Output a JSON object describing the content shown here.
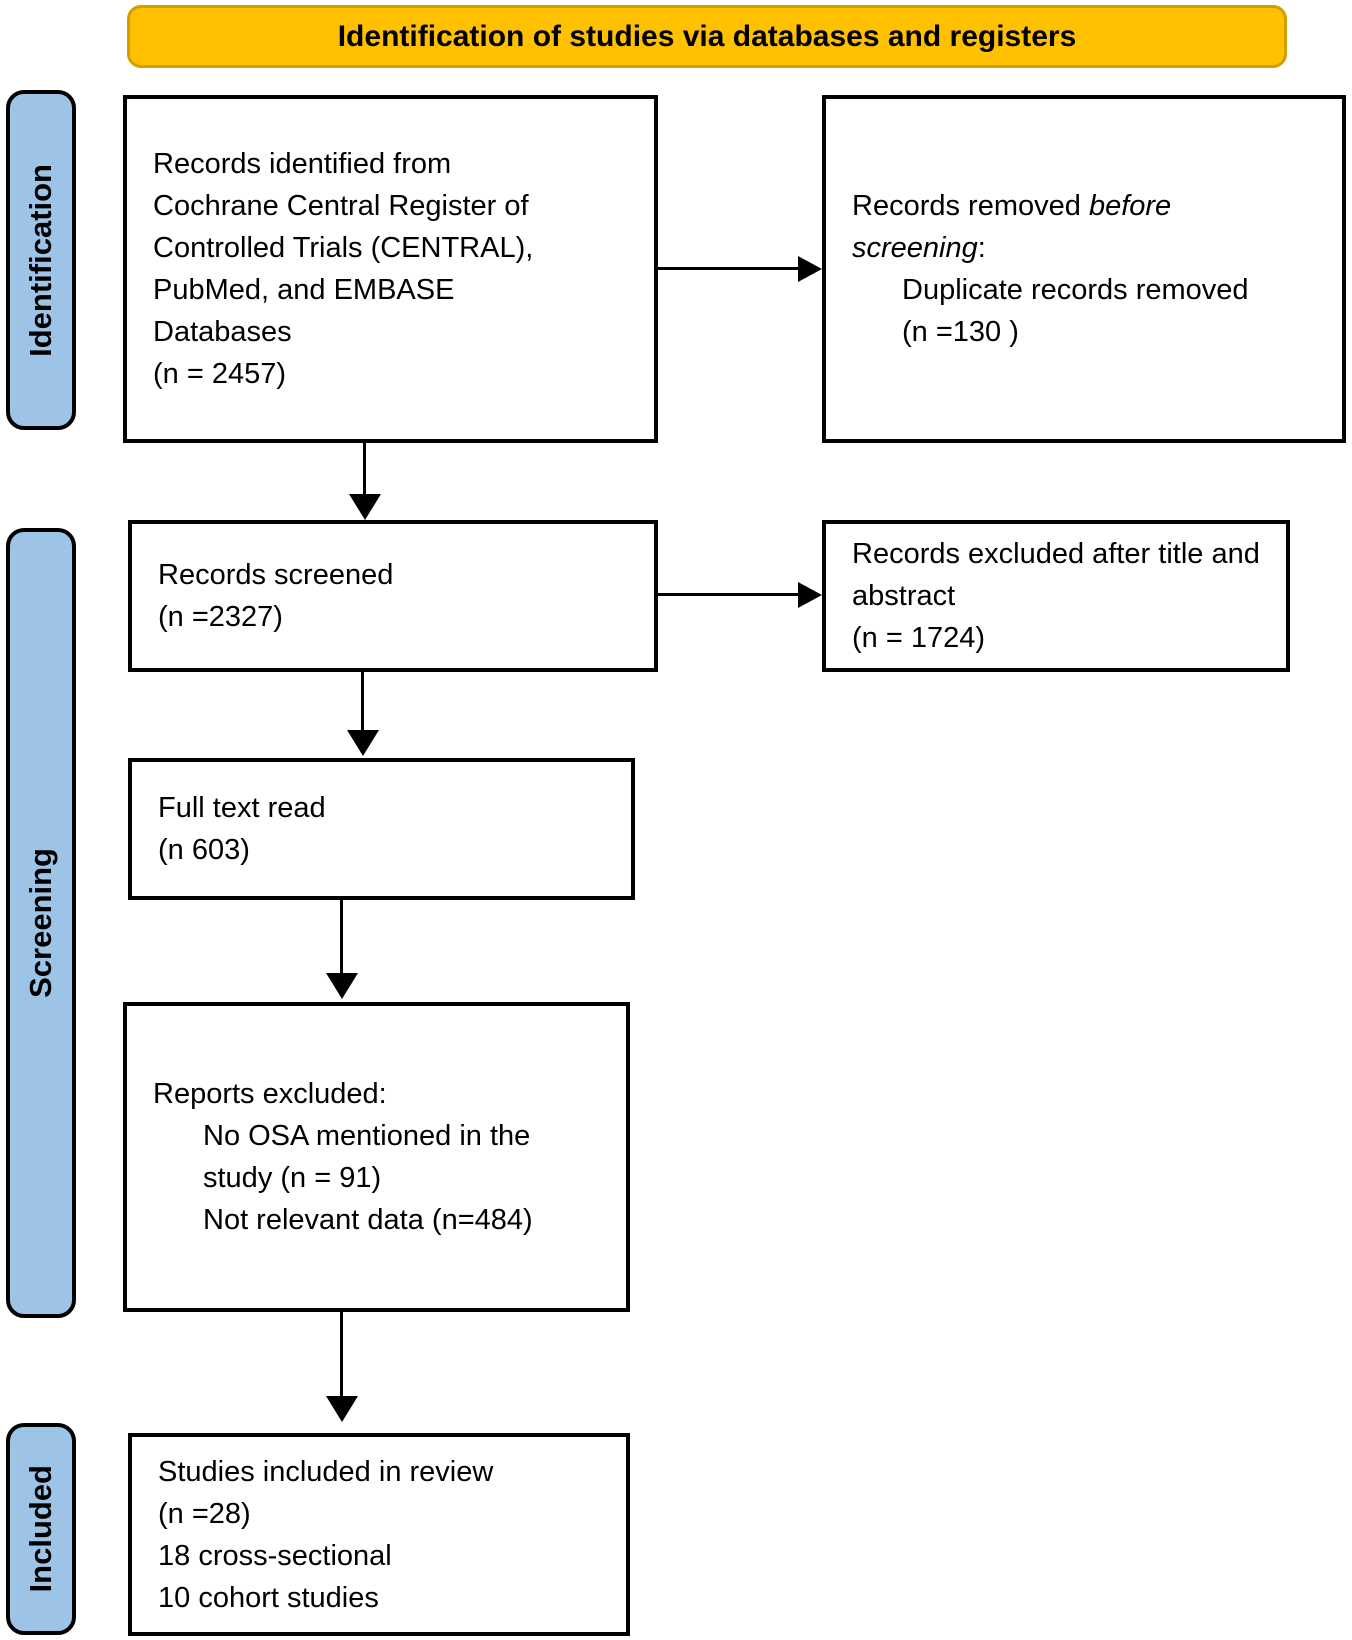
{
  "banner": {
    "title": "Identification of studies via databases and registers"
  },
  "colors": {
    "banner_fill": "#FFC000",
    "banner_border": "#D39E00",
    "stage_fill": "#9DC3E6",
    "line": "#000000"
  },
  "stages": [
    {
      "label": "Identification"
    },
    {
      "label": "Screening"
    },
    {
      "label": "Included"
    }
  ],
  "boxes": {
    "identified": {
      "lines": [
        "Records identified from",
        "Cochrane Central Register of",
        "Controlled Trials (CENTRAL),",
        "PubMed, and EMBASE",
        "Databases",
        "(n = 2457)"
      ]
    },
    "removed": {
      "prefix": "Records removed ",
      "italic_part": "before screening",
      "suffix": ":",
      "items": [
        "Duplicate records removed",
        "(n =130 )"
      ]
    },
    "screened": {
      "lines": [
        "Records screened",
        "(n =2327)"
      ]
    },
    "excluded_title_abstract": {
      "lines": [
        "Records excluded after title and",
        "abstract",
        "(n = 1724)"
      ]
    },
    "full_text": {
      "lines": [
        "Full text read",
        "(n 603)"
      ]
    },
    "reports_excluded": {
      "heading": "Reports excluded:",
      "items": [
        "No OSA mentioned in the",
        "study (n = 91)",
        "Not relevant data (n=484)"
      ]
    },
    "included_review": {
      "lines": [
        "Studies included in review",
        "(n =28)",
        "18 cross-sectional",
        "10 cohort studies"
      ]
    }
  }
}
